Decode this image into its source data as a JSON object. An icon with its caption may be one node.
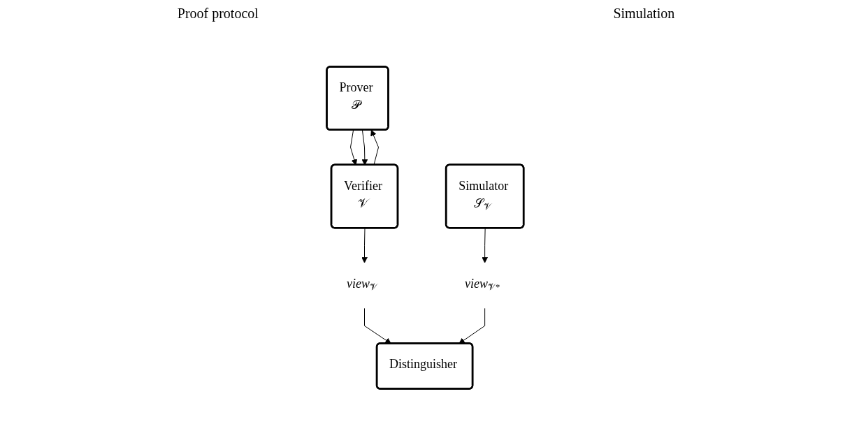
{
  "diagram": {
    "nodes": [
      {
        "text": [
          "Prover",
          "𝒫"
        ]
      },
      {
        "text": [
          "Verifier",
          "𝒱"
        ]
      },
      {
        "text": [
          "Simulator",
          "𝒮$_{𝒱}$"
        ]
      },
      {
        "text": [
          "*view*$_{𝒱}$"
        ]
      },
      {
        "text": [
          "*view*$_{𝒱*}$"
        ]
      },
      {
        "text": [
          "Distinguisher"
        ]
      }
    ],
    "edges": [
      {
        "from": 0,
        "to": 1,
        "arrow": "to"
      },
      {
        "from": 1,
        "to": 0,
        "arrow": "to"
      },
      {
        "from": 0,
        "to": 1,
        "arrow": "to"
      },
      {
        "from": 1,
        "to": 3,
        "arrow": "to"
      },
      {
        "from": 2,
        "to": 4,
        "arrow": "to"
      },
      {
        "from": 3,
        "to": 5,
        "arrow": "to"
      },
      {
        "from": 4,
        "to": 5,
        "arrow": "to"
      }
    ],
    "labels": [
      "Proof protocol",
      "Simulation"
    ]
  }
}
